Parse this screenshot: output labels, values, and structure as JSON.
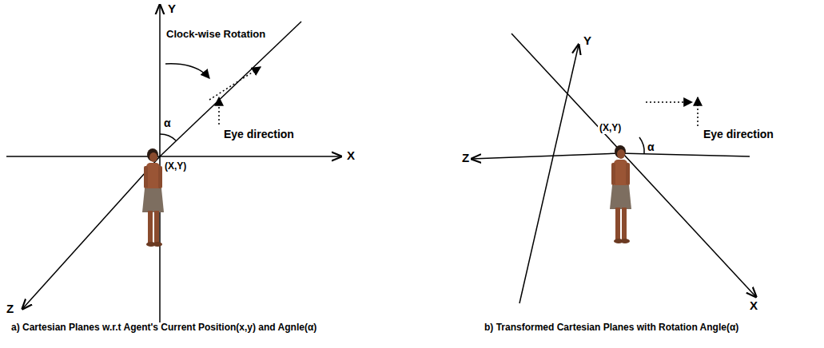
{
  "diagram": {
    "labels": [
      "Y",
      "Clock-wise Rotation",
      "α",
      "Eye direction",
      "X",
      "(X,Y)",
      "Z",
      "a) Cartesian Planes w.r.t Agent's Current Position(x,y) and Agnle(α)",
      "Y",
      "(X,Y)",
      "α",
      "Eye direction",
      "Z",
      "X",
      "b) Transformed Cartesian Planes with Rotation Angle(α)"
    ]
  }
}
